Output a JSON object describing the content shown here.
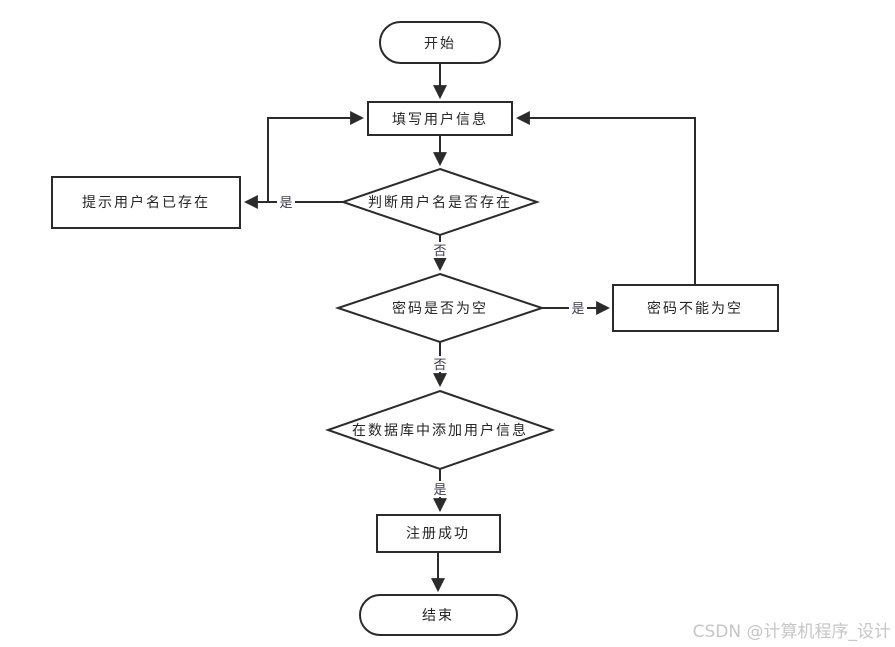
{
  "colors": {
    "background": "#ffffff",
    "line": "#2b2b2b",
    "node_fill": "#ffffff",
    "node_border": "#2b2b2b",
    "node_text": "#262626",
    "edge_label_text": "#3a3a48",
    "watermark": "#c6c6c6"
  },
  "flowchart": {
    "title": "user-registration-flowchart",
    "nodes": [
      {
        "id": "start",
        "type": "terminator",
        "label": "开始"
      },
      {
        "id": "fill-user-info",
        "type": "process",
        "label": "填写用户信息"
      },
      {
        "id": "check-username-exists",
        "type": "decision",
        "label": "判断用户名是否存在"
      },
      {
        "id": "prompt-username-exists",
        "type": "process",
        "label": "提示用户名已存在"
      },
      {
        "id": "check-password-empty",
        "type": "decision",
        "label": "密码是否为空"
      },
      {
        "id": "prompt-password-not-empty",
        "type": "process",
        "label": "密码不能为空"
      },
      {
        "id": "add-user-info-to-database",
        "type": "decision",
        "label": "在数据库中添加用户信息"
      },
      {
        "id": "register-success",
        "type": "process",
        "label": "注册成功"
      },
      {
        "id": "end",
        "type": "terminator",
        "label": "结束"
      }
    ],
    "edges": [
      {
        "from": "start",
        "to": "fill-user-info",
        "label": ""
      },
      {
        "from": "fill-user-info",
        "to": "check-username-exists",
        "label": ""
      },
      {
        "from": "check-username-exists",
        "to": "prompt-username-exists",
        "label": "是"
      },
      {
        "from": "prompt-username-exists",
        "to": "fill-user-info",
        "label": ""
      },
      {
        "from": "check-username-exists",
        "to": "check-password-empty",
        "label": "否"
      },
      {
        "from": "check-password-empty",
        "to": "prompt-password-not-empty",
        "label": "是"
      },
      {
        "from": "prompt-password-not-empty",
        "to": "fill-user-info",
        "label": ""
      },
      {
        "from": "check-password-empty",
        "to": "add-user-info-to-database",
        "label": "否"
      },
      {
        "from": "add-user-info-to-database",
        "to": "register-success",
        "label": "是"
      },
      {
        "from": "register-success",
        "to": "end",
        "label": ""
      }
    ]
  },
  "watermark": {
    "text": "CSDN @计算机程序_设计"
  }
}
